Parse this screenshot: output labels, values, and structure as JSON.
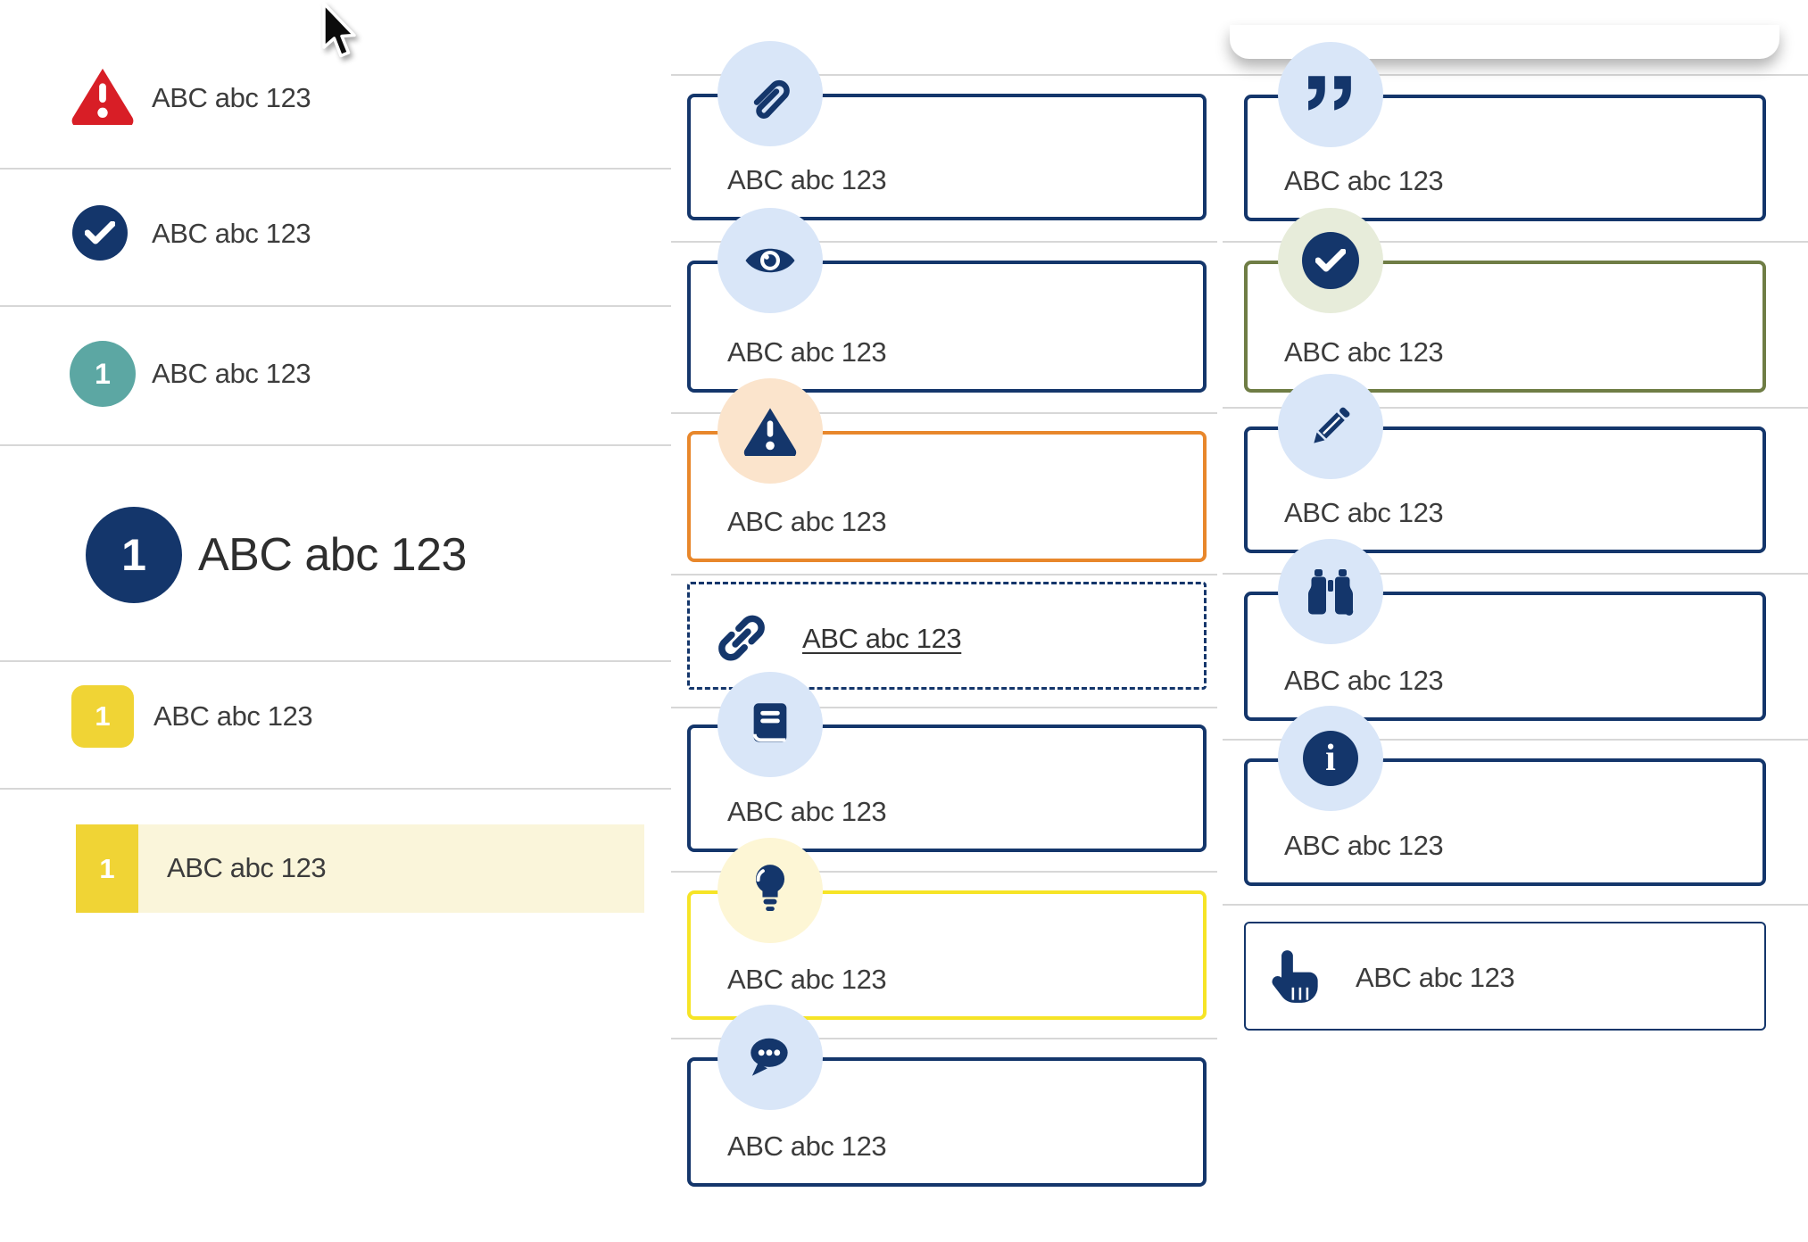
{
  "theme": {
    "navy": "#14366b",
    "light_blue_badge": "#d9e6f8",
    "peach_badge": "#fbe4cc",
    "pale_green_badge": "#e7ecda",
    "pale_yellow_badge": "#fdf6d5",
    "orange_border": "#e8872b",
    "olive_border": "#6f7d45",
    "yellow_border": "#f6e426",
    "red": "#d81e26",
    "teal": "#5ca7a3",
    "gold": "#f0d435",
    "pale_gold_highlight": "#faf5da",
    "text": "#3c3c3c",
    "divider": "#d7d7d7"
  },
  "left": {
    "items": [
      {
        "icon": "alert-triangle",
        "label": "ABC abc 123"
      },
      {
        "icon": "check-circle",
        "label": "ABC abc 123"
      },
      {
        "icon": "teal-number-badge",
        "number": "1",
        "label": "ABC abc 123"
      },
      {
        "icon": "navy-number-badge-large",
        "number": "1",
        "label": "ABC abc 123"
      },
      {
        "icon": "yellow-number-square",
        "number": "1",
        "label": "ABC abc 123"
      },
      {
        "icon": "yellow-number-tab",
        "number": "1",
        "label": "ABC abc 123",
        "state": "highlighted"
      }
    ]
  },
  "middle": {
    "cards": [
      {
        "icon": "paperclip",
        "label": "ABC abc 123",
        "border": "navy"
      },
      {
        "icon": "eye",
        "label": "ABC abc 123",
        "border": "navy"
      },
      {
        "icon": "warning",
        "label": "ABC abc 123",
        "border": "orange"
      },
      {
        "icon": "link",
        "label": "ABC abc 123",
        "border": "navy-dashed"
      },
      {
        "icon": "book",
        "label": "ABC abc 123",
        "border": "navy"
      },
      {
        "icon": "lightbulb",
        "label": "ABC abc 123",
        "border": "yellow"
      },
      {
        "icon": "chat",
        "label": "ABC abc 123",
        "border": "navy"
      }
    ]
  },
  "right": {
    "cards": [
      {
        "icon": "quote",
        "label": "ABC abc 123",
        "border": "navy"
      },
      {
        "icon": "check",
        "label": "ABC abc 123",
        "border": "olive"
      },
      {
        "icon": "pencil",
        "label": "ABC abc 123",
        "border": "navy"
      },
      {
        "icon": "binoculars",
        "label": "ABC abc 123",
        "border": "navy"
      },
      {
        "icon": "info",
        "glyph": "i",
        "label": "ABC abc 123",
        "border": "navy"
      },
      {
        "icon": "hand-pointer",
        "label": "ABC abc 123",
        "border": "navy-thin"
      }
    ]
  }
}
